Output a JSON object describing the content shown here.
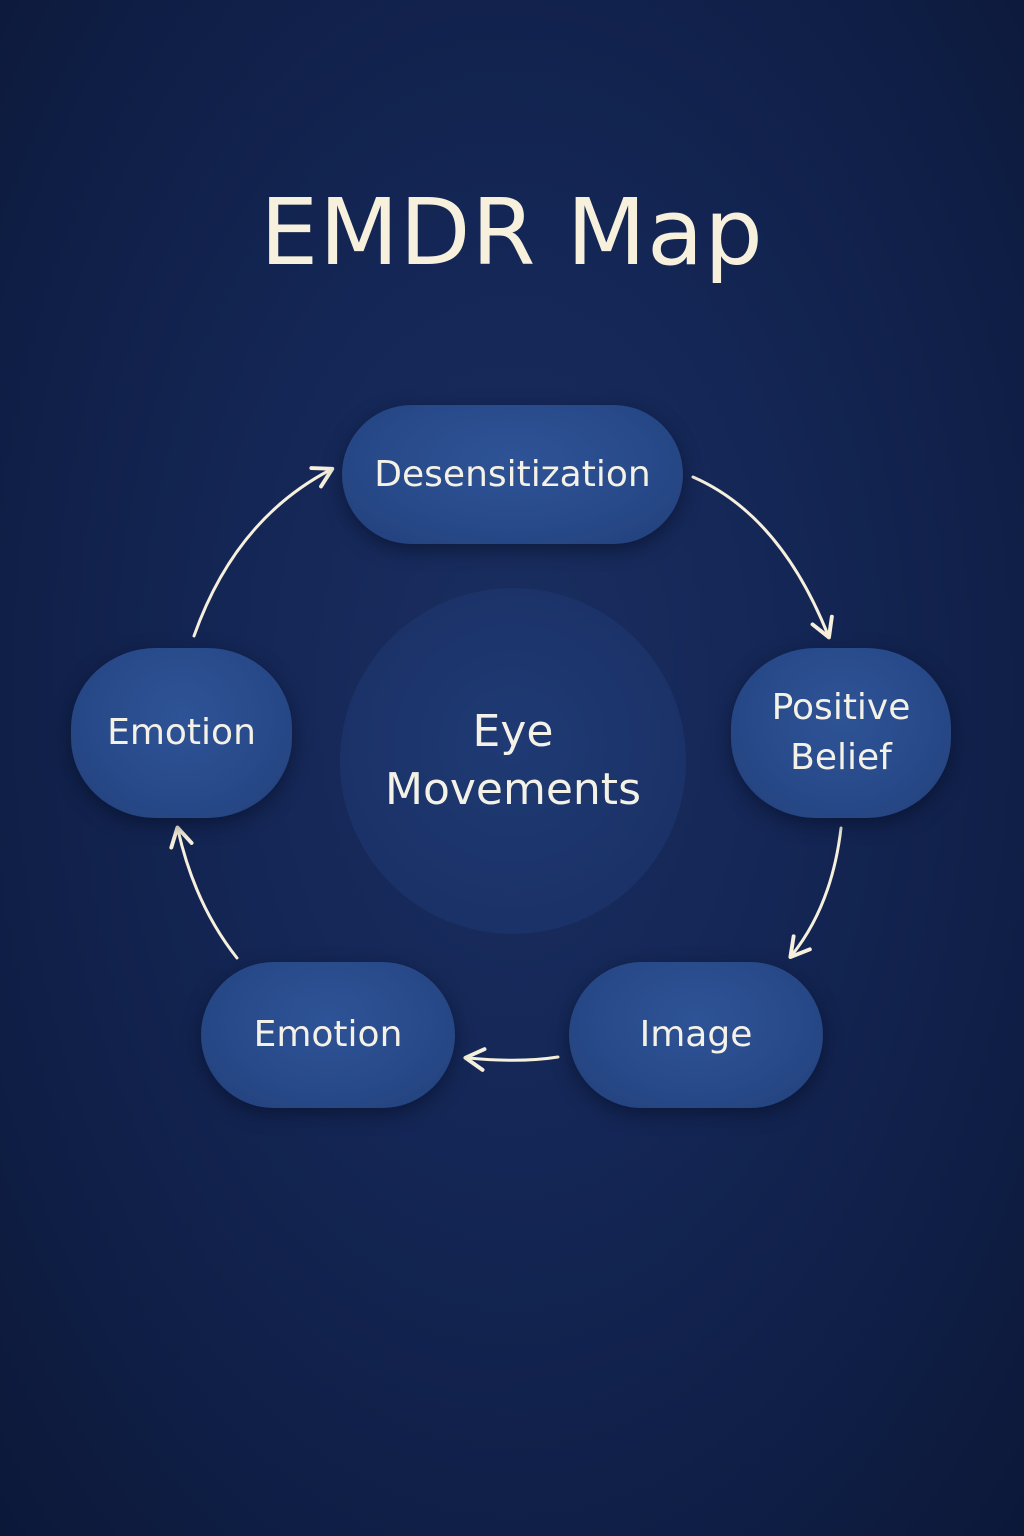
{
  "title": "EMDR Map",
  "center": {
    "line1": "Eye",
    "line2": "Movements"
  },
  "nodes": {
    "desensitization": {
      "label": "Desensitization"
    },
    "positive_belief": {
      "line1": "Positive",
      "line2": "Belief"
    },
    "image": {
      "label": "Image"
    },
    "emotion_bottom": {
      "label": "Emotion"
    },
    "emotion_left": {
      "label": "Emotion"
    }
  },
  "colors": {
    "background": "#142655",
    "node": "#284a8a",
    "center": "#1b3369",
    "text": "#f4f1e6",
    "arrow": "#f6f0dc"
  }
}
